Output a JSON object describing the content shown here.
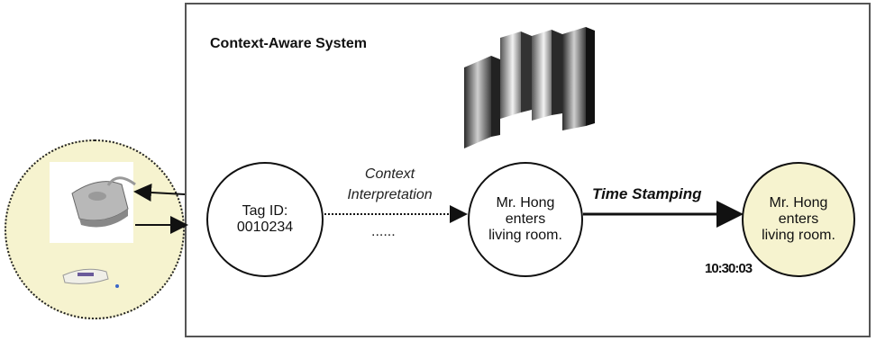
{
  "system": {
    "title": "Context-Aware System"
  },
  "reader": {
    "icon": "rfid-reader-icon",
    "secondary_icon": "rfid-card-icon"
  },
  "server": {
    "icon": "server-rack-icon"
  },
  "nodes": {
    "tag": {
      "line1": "Tag ID:",
      "line2": "0010234"
    },
    "context": {
      "line1": "Mr. Hong",
      "line2": "enters",
      "line3": "living room."
    },
    "stamped": {
      "line1": "Mr. Hong",
      "line2": "enters",
      "line3": "living room."
    }
  },
  "edges": {
    "interpretation": {
      "label_line1": "Context",
      "label_line2": "Interpretation",
      "ellipsis": "......"
    },
    "time_stamping": {
      "label": "Time Stamping"
    }
  },
  "timestamp": "10:30:03",
  "colors": {
    "highlight": "#f6f3cf",
    "stroke": "#111111"
  }
}
